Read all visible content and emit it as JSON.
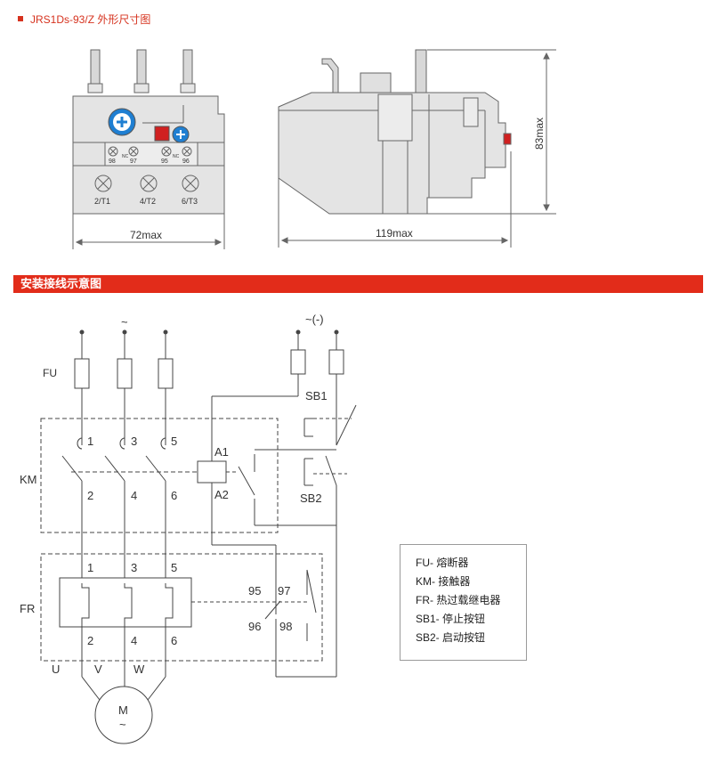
{
  "header": {
    "title": "JRS1Ds-93/Z 外形尺寸图"
  },
  "section_bar": {
    "title": "安装接线示意图"
  },
  "drawing": {
    "front_terminals": [
      "98",
      "97",
      "95",
      "96"
    ],
    "nc_mark": "NC",
    "front_outputs": [
      "2/T1",
      "4/T2",
      "6/T3"
    ],
    "dim_width_front": "72max",
    "dim_width_side": "119max",
    "dim_height": "83max"
  },
  "schematic": {
    "supply_symbol": "~",
    "control_supply": "~(-)",
    "fu": "FU",
    "km": "KM",
    "fr": "FR",
    "sb1": "SB1",
    "sb2": "SB2",
    "a1": "A1",
    "a2": "A2",
    "km_top": [
      "1",
      "3",
      "5"
    ],
    "km_bottom": [
      "2",
      "4",
      "6"
    ],
    "fr_top": [
      "1",
      "3",
      "5"
    ],
    "fr_bottom": [
      "2",
      "4",
      "6"
    ],
    "fr_contacts_top": [
      "95",
      "97"
    ],
    "fr_contacts_bottom": [
      "96",
      "98"
    ],
    "phases": [
      "U",
      "V",
      "W"
    ],
    "motor": "M",
    "motor_sub": "~"
  },
  "legend": {
    "items": [
      "FU- 熔断器",
      "KM- 接触器",
      "FR- 热过载继电器",
      "SB1- 停止按钮",
      "SB2- 启动按钮"
    ]
  }
}
